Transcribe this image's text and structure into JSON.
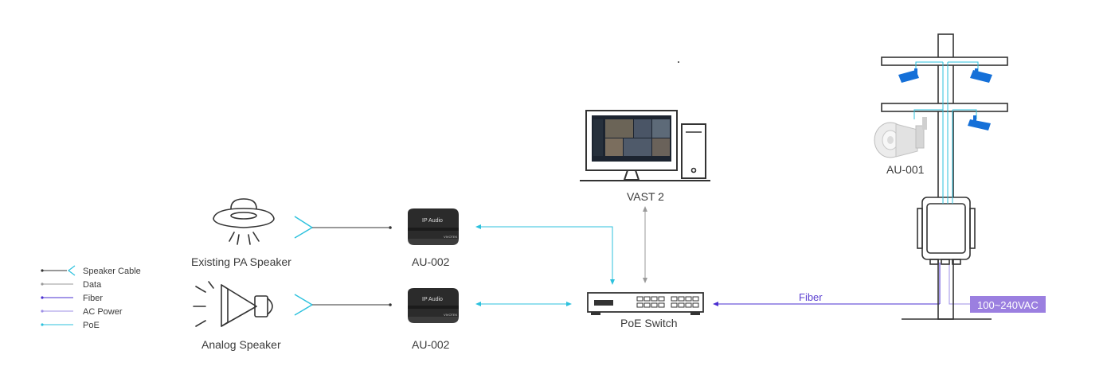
{
  "nodes": {
    "pa_speaker": "Existing PA Speaker",
    "analog_speaker": "Analog Speaker",
    "au002_top": "AU-002",
    "au002_bottom": "AU-002",
    "vast": "VAST 2",
    "poe_switch": "PoE Switch",
    "au001": "AU-001",
    "device_brand": "IP Audio",
    "device_logo": "VIVOTEK"
  },
  "links": {
    "fiber": "Fiber",
    "ac_power": "100~240VAC"
  },
  "legend": [
    {
      "label": "Speaker Cable",
      "color": "#333333",
      "icon": "speaker-cable-line"
    },
    {
      "label": "Data",
      "color": "#9a9a9a",
      "icon": "data-line"
    },
    {
      "label": "Fiber",
      "color": "#4a2fd0",
      "icon": "fiber-line"
    },
    {
      "label": "AC Power",
      "color": "#9d8fe6",
      "icon": "ac-power-line"
    },
    {
      "label": "PoE",
      "color": "#2cc1dd",
      "icon": "poe-line"
    }
  ],
  "colors": {
    "poe": "#2cc1dd",
    "data": "#9a9a9a",
    "fiber": "#4a2fd0",
    "ac": "#9d8fe6",
    "ac_badge": "#9b7fe0",
    "camera": "#1570d8",
    "outline": "#333333"
  }
}
